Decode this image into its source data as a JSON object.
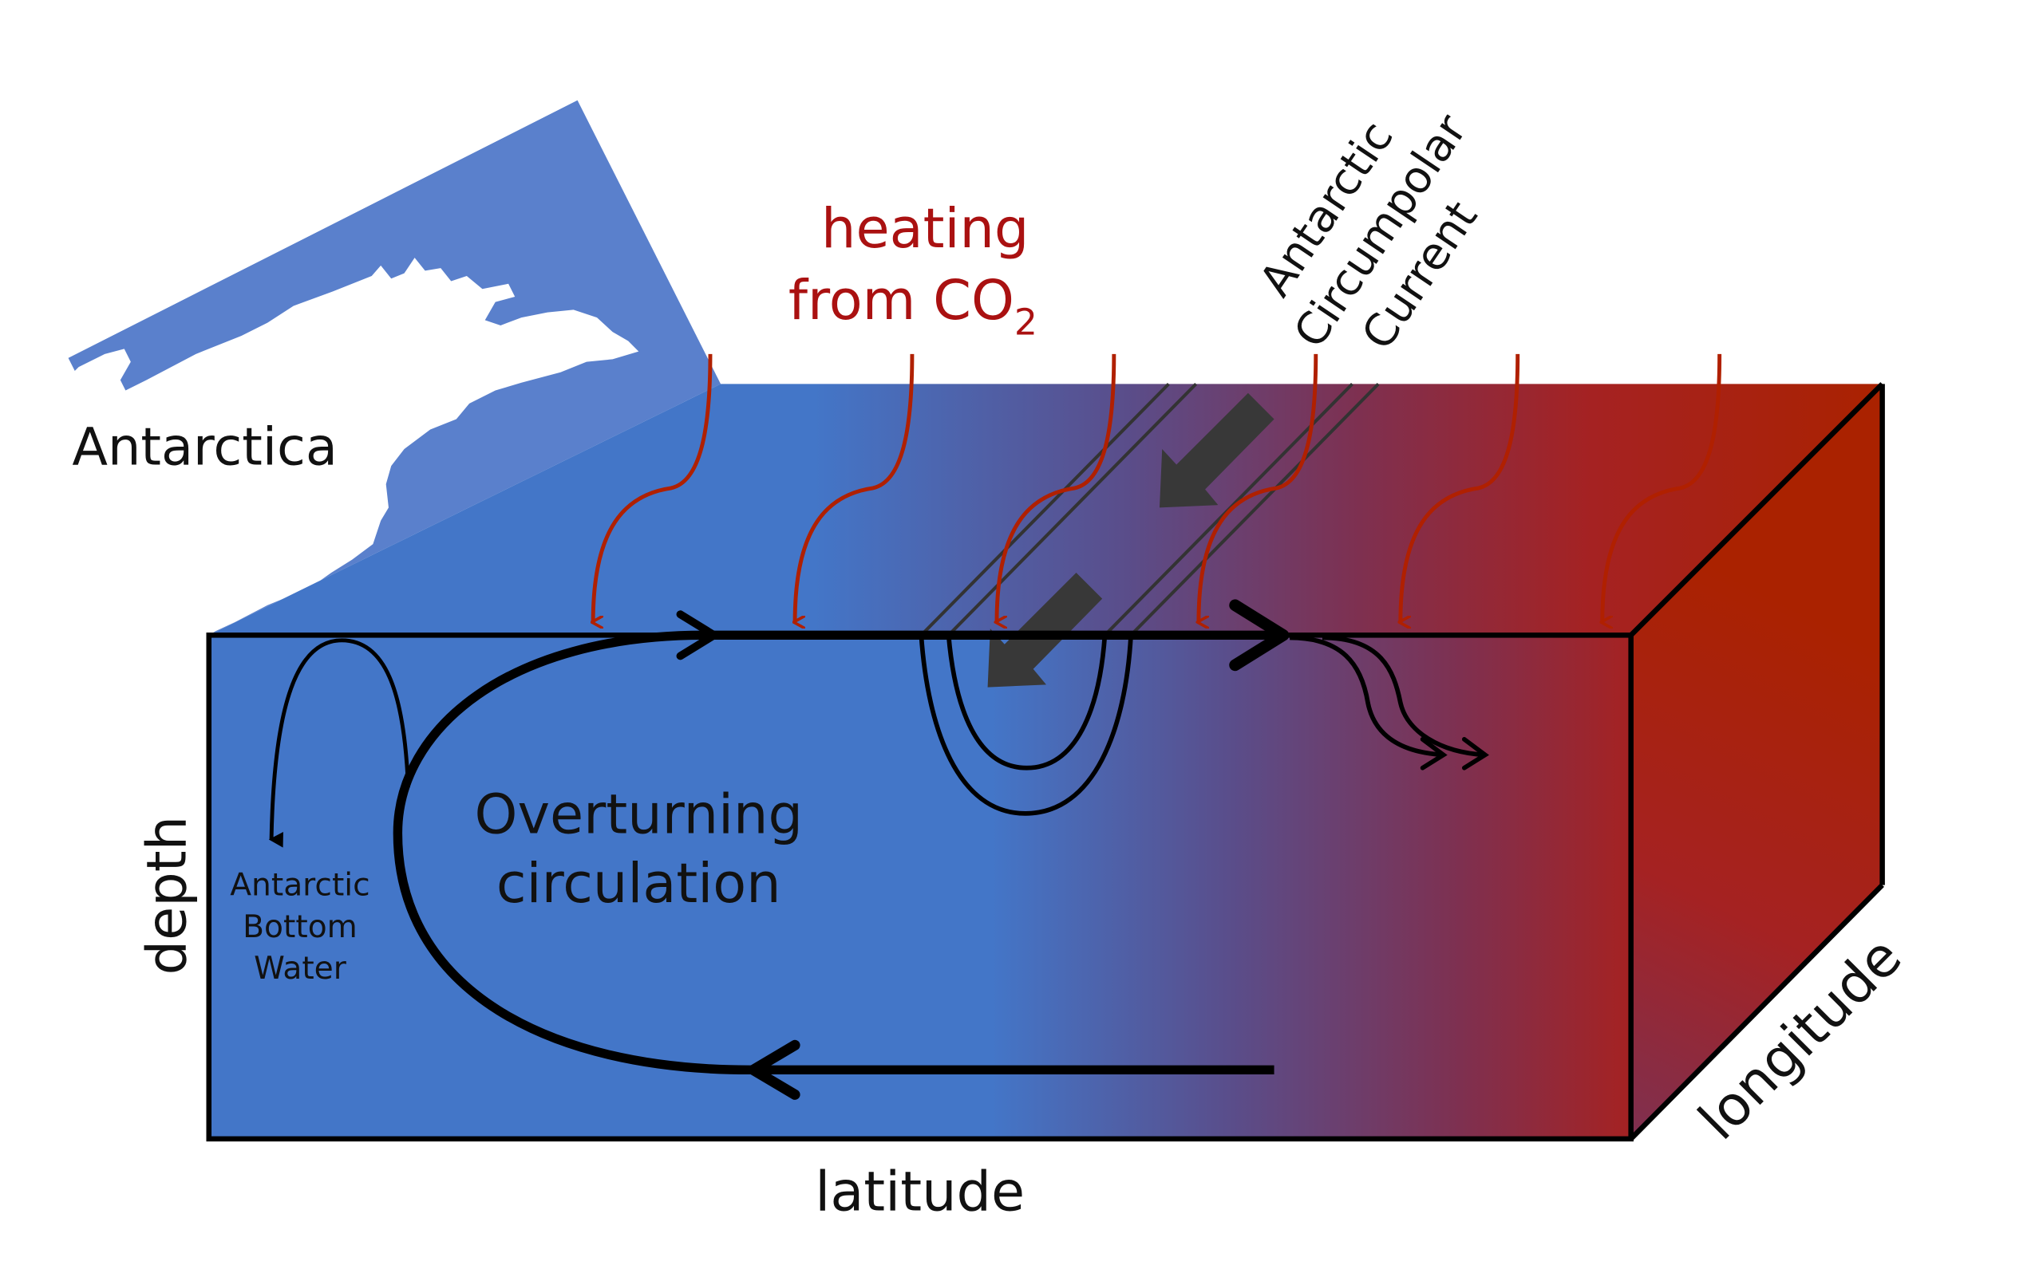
{
  "diagram": {
    "title_labels": {
      "antarctica": "Antarctica",
      "heating_line1": "heating",
      "heating_line2": "from CO",
      "heating_subscript": "2",
      "acc_line1": "Antarctic",
      "acc_line2": "Circumpolar",
      "acc_line3": "Current",
      "overturning_line1": "Overturning",
      "overturning_line2": "circulation",
      "aabw_line1": "Antarctic",
      "aabw_line2": "Bottom",
      "aabw_line3": "Water"
    },
    "axes": {
      "x_label": "latitude",
      "y_label": "depth",
      "z_label": "longitude"
    },
    "colors": {
      "cold_blue": "#4376C8",
      "slab_blue": "#5A80CC",
      "warm_red": "#AA2200",
      "heating_red": "#AA1111",
      "flow_black": "#000000",
      "acc_arrow": "#383838",
      "background": "#ffffff"
    },
    "heating_arrow_count": 6
  }
}
